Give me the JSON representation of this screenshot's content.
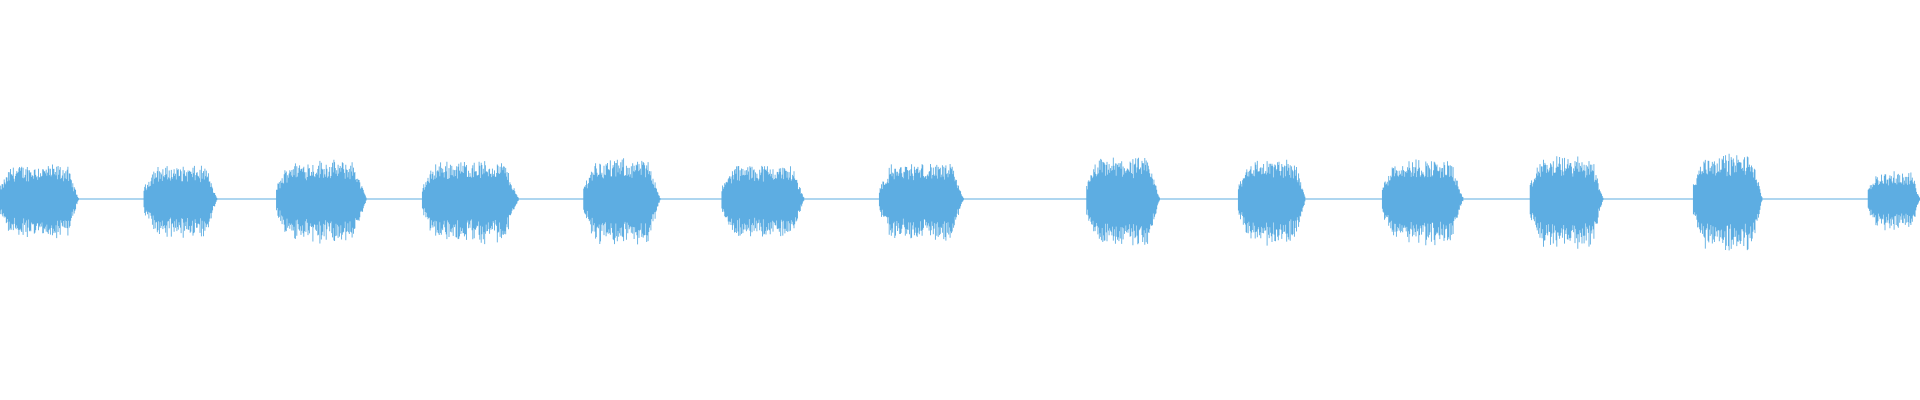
{
  "waveform": {
    "color": "#5dade2",
    "bursts": [
      {
        "start": 0.0,
        "end": 0.041,
        "peak": 0.52
      },
      {
        "start": 0.075,
        "end": 0.113,
        "peak": 0.5
      },
      {
        "start": 0.144,
        "end": 0.191,
        "peak": 0.58
      },
      {
        "start": 0.22,
        "end": 0.27,
        "peak": 0.58
      },
      {
        "start": 0.304,
        "end": 0.344,
        "peak": 0.6
      },
      {
        "start": 0.376,
        "end": 0.419,
        "peak": 0.52
      },
      {
        "start": 0.458,
        "end": 0.502,
        "peak": 0.54
      },
      {
        "start": 0.566,
        "end": 0.604,
        "peak": 0.62
      },
      {
        "start": 0.645,
        "end": 0.68,
        "peak": 0.6
      },
      {
        "start": 0.72,
        "end": 0.762,
        "peak": 0.6
      },
      {
        "start": 0.797,
        "end": 0.835,
        "peak": 0.64
      },
      {
        "start": 0.882,
        "end": 0.918,
        "peak": 0.68
      },
      {
        "start": 0.973,
        "end": 1.0,
        "peak": 0.4
      }
    ]
  }
}
